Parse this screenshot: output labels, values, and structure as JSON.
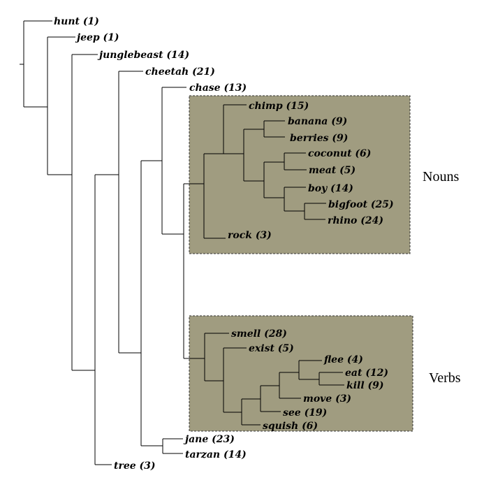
{
  "groups": {
    "nouns": {
      "label": "Nouns"
    },
    "verbs": {
      "label": "Verbs"
    }
  },
  "colors": {
    "box_fill": "#a09c80",
    "line": "#000000",
    "background": "#ffffff"
  },
  "leaves": {
    "hunt": "hunt (1)",
    "jeep": "jeep (1)",
    "junglebeast": "junglebeast (14)",
    "cheetah": "cheetah (21)",
    "chase": "chase (13)",
    "chimp": "chimp (15)",
    "banana": "banana (9)",
    "berries": "berries (9)",
    "coconut": "coconut (6)",
    "meat": "meat (5)",
    "boy": "boy (14)",
    "bigfoot": "bigfoot (25)",
    "rhino": "rhino (24)",
    "rock": "rock (3)",
    "smell": "smell (28)",
    "exist": "exist (5)",
    "flee": "flee (4)",
    "eat": "eat (12)",
    "kill": "kill (9)",
    "move": "move (3)",
    "see": "see (19)",
    "squish": "squish (6)",
    "jane": "jane (23)",
    "tarzan": "tarzan (14)",
    "tree": "tree (3)"
  }
}
